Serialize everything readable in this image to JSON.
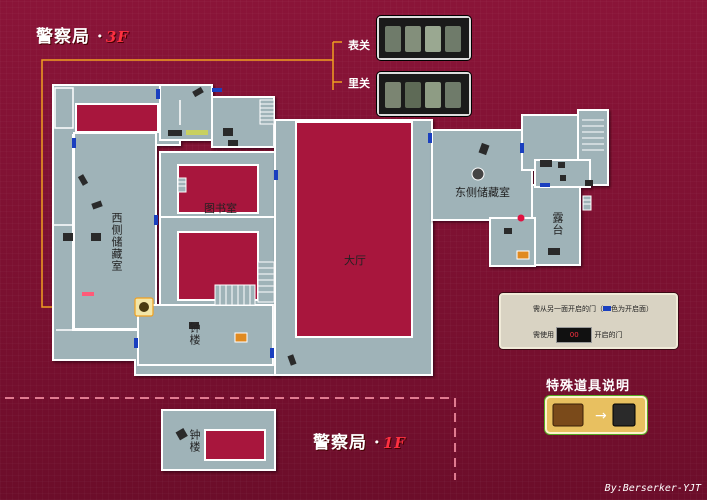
{
  "map": {
    "title_3f": "警察局 ·",
    "floor_3f": "3F",
    "title_1f": "警察局 ·",
    "floor_1f": "1F",
    "rooms": {
      "west_storage": "西侧储藏室",
      "library": "图书室",
      "main_hall": "大厅",
      "east_storage": "东侧储藏室",
      "terrace": "露台",
      "clock_tower_3f": "钟楼",
      "clock_tower_1f": "钟楼"
    },
    "doors": {
      "front_label": "表关",
      "back_label": "里关"
    },
    "legend": {
      "blue_door": "需从另一面开启的门（",
      "blue_door_suffix": "色为开启面）",
      "red_door": "需使用",
      "red_door_suffix": "开启的门",
      "ticket_text": "00"
    },
    "special_items_title": "特殊道具说明",
    "credit": "By:Berserker-YJT",
    "colors": {
      "background": "#7a1030",
      "room_fill": "#9fb3b8",
      "wall": "#ffffff",
      "blue_door": "#1a3fbf",
      "red_door": "#ff5a78",
      "route_line": "#f0a020",
      "item_highlight": "#e8c060"
    }
  }
}
